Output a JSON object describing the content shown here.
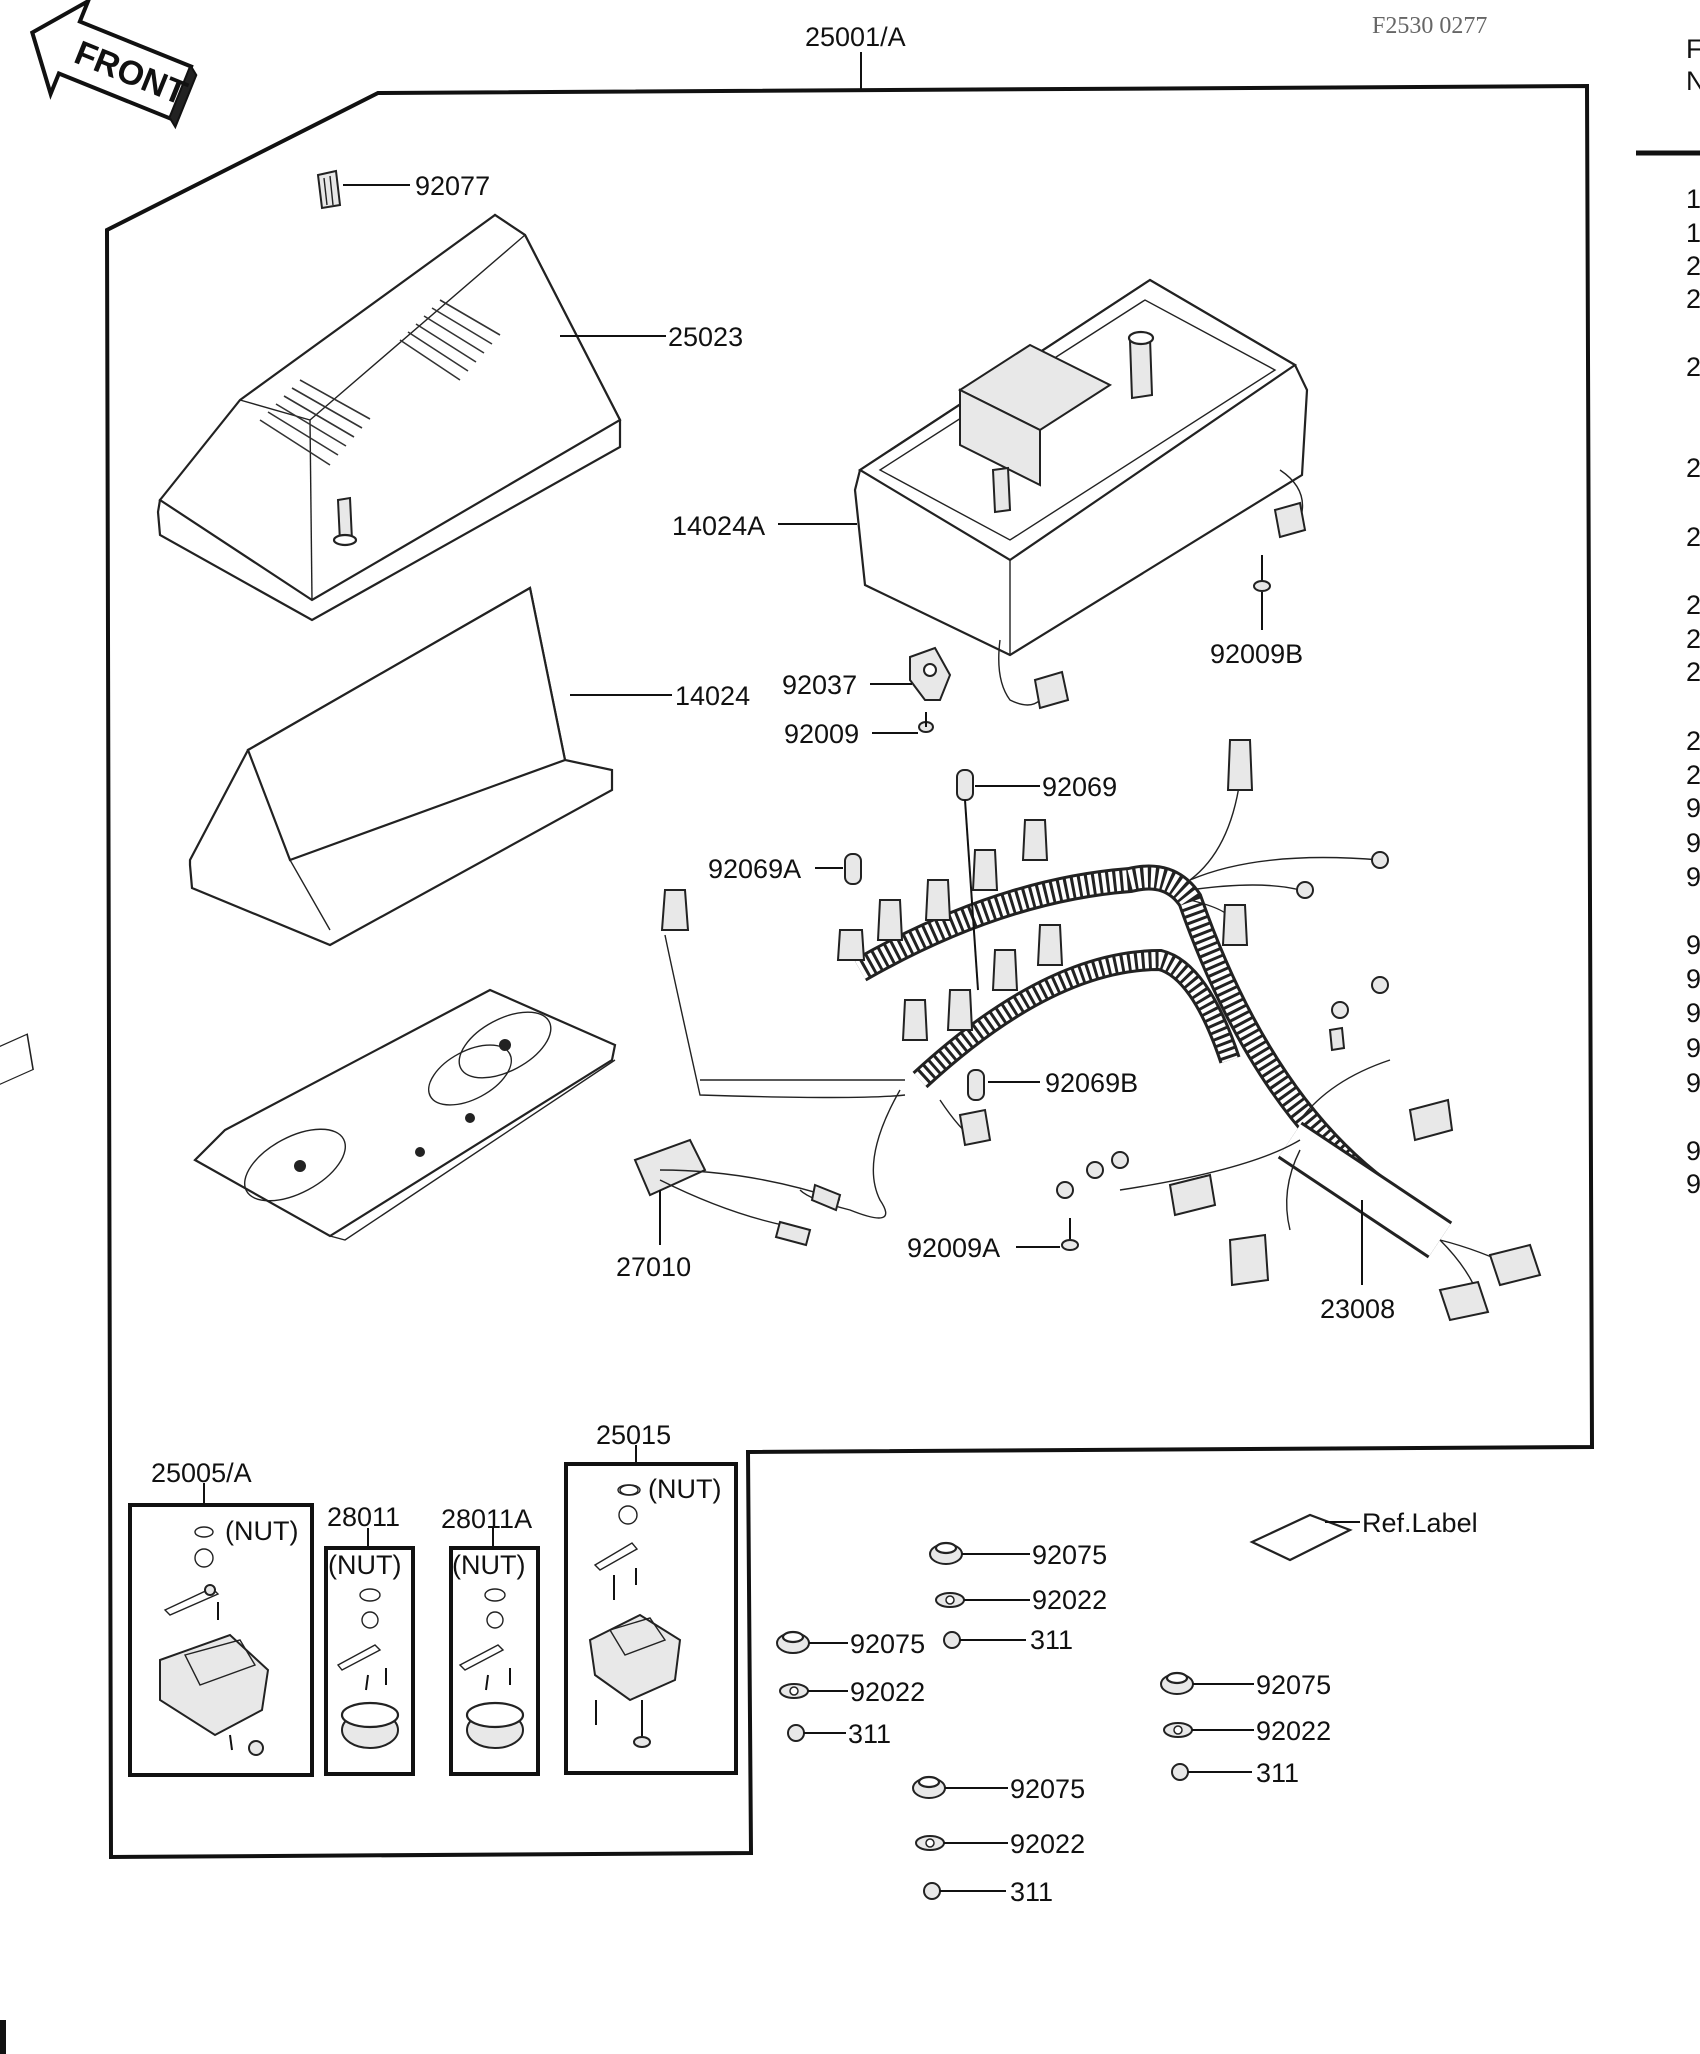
{
  "figure_code": "F2530 0277",
  "front_arrow": {
    "label": "FRONT",
    "icon": "front-arrow-icon"
  },
  "cut_off_right_column": {
    "header": "F\nN"
  },
  "callouts": {
    "p25001A": "25001/A",
    "p92077": "92077",
    "p25023": "25023",
    "p14024A": "14024A",
    "p92037": "92037",
    "p92009": "92009",
    "p92009B": "92009B",
    "p14024": "14024",
    "p92069": "92069",
    "p92069A": "92069A",
    "p92069B": "92069B",
    "p27010": "27010",
    "p92009A": "92009A",
    "p23008": "23008",
    "p25005A": "25005/A",
    "p28011": "28011",
    "p28011A": "28011A",
    "p25015": "25015",
    "nut": "(NUT)",
    "ref_label": "Ref.Label"
  },
  "hardware_groups": [
    {
      "grommet": "92075",
      "washer": "92022",
      "nut": "311"
    },
    {
      "grommet": "92075",
      "washer": "92022",
      "nut": "311"
    },
    {
      "grommet": "92075",
      "washer": "92022",
      "nut": "311"
    },
    {
      "grommet": "92075",
      "washer": "92022",
      "nut": "311"
    }
  ]
}
